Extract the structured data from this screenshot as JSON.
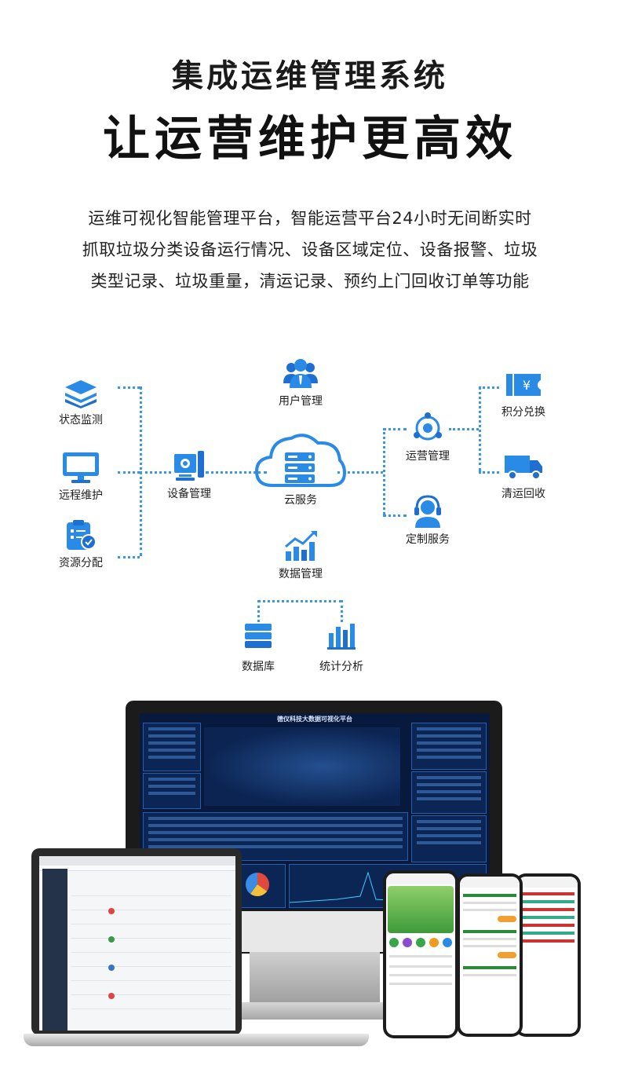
{
  "header": {
    "title": "集成运维管理系统",
    "subtitle": "让运营维护更高效"
  },
  "description": {
    "line1": "运维可视化智能管理平台，智能运营平台24小时无间断实时",
    "line2": "抓取垃圾分类设备运行情况、设备区域定位、设备报警、垃圾",
    "line3": "类型记录、垃圾重量，清运记录、预约上门回收订单等功能"
  },
  "diagram": {
    "left": [
      "状态监测",
      "远程维护",
      "资源分配"
    ],
    "device": "设备管理",
    "user": "用户管理",
    "cloud": "云服务",
    "data": "数据管理",
    "operations": "运营管理",
    "custom": "定制服务",
    "points": "积分兑换",
    "cleanup": "清运回收",
    "database": "数据库",
    "stats": "统计分析"
  },
  "colors": {
    "accent": "#2a8be6",
    "accent_dark": "#1f6fd0",
    "dots": "#3a97e6"
  },
  "devices": {
    "monitor_title": "德仪科技大数据可视化平台"
  }
}
